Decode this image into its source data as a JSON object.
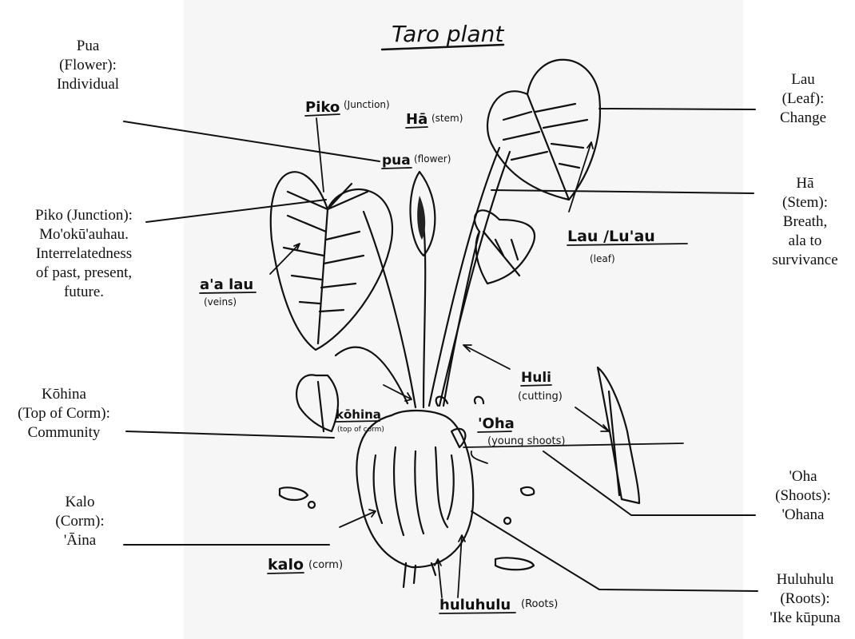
{
  "drawing": {
    "title": "Taro plant",
    "labels": {
      "piko": "Piko",
      "piko_sub": "(Junction)",
      "ha": "Hā",
      "ha_sub": "(stem)",
      "pua": "pua",
      "pua_sub": "(flower)",
      "lau": "Lau /Lu'au",
      "lau_sub": "(leaf)",
      "aalau": "a'a lau",
      "aalau_sub": "(veins)",
      "huli": "Huli",
      "huli_sub": "(cutting)",
      "kohina": "kōhina",
      "kohina_sub": "(top of corm)",
      "oha": "'Oha",
      "oha_sub": "(young shoots)",
      "kalo": "kalo",
      "kalo_sub": "(corm)",
      "huluhulu": "huluhulu",
      "huluhulu_sub": "(Roots)"
    }
  },
  "annotations": {
    "pua": "Pua\n(Flower):\nIndividual",
    "piko": "Piko (Junction):\nMo'okū'auhau.\nInterrelatedness\nof past, present,\nfuture.",
    "kohina": "Kōhina\n(Top of Corm):\nCommunity",
    "kalo": "Kalo\n(Corm):\n'Āina",
    "lau": "Lau\n(Leaf):\nChange",
    "ha": "Hā\n(Stem):\nBreath,\nala to\nsurvivance",
    "oha": "'Oha\n(Shoots):\n'Ohana",
    "huluhulu": "Huluhulu\n(Roots):\n'Ike kūpuna"
  }
}
